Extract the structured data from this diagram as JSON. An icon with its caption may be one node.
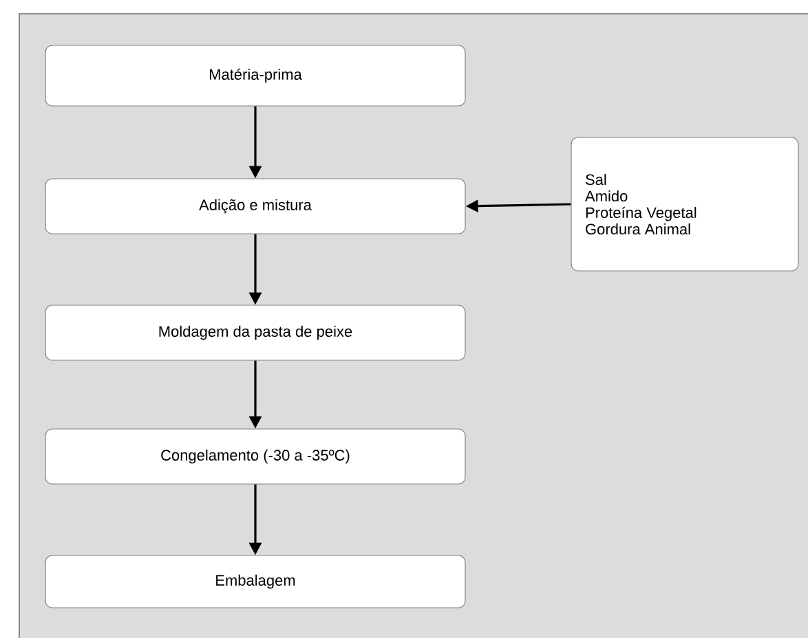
{
  "diagram": {
    "nodes": [
      {
        "text": [
          "Matéria-prima"
        ]
      },
      {
        "text": [
          "Adição e mistura"
        ]
      },
      {
        "text": [
          "Moldagem da pasta de peixe"
        ]
      },
      {
        "text": [
          "Congelamento (-30 a -35ºC)"
        ]
      },
      {
        "text": [
          "Embalagem"
        ]
      },
      {
        "text": [
          "Sal",
          "Amido",
          "Proteína Vegetal",
          "Gordura Animal"
        ]
      }
    ],
    "edges": [
      {
        "from": 0,
        "to": 1,
        "arrow": "to"
      },
      {
        "from": 1,
        "to": 2,
        "arrow": "to"
      },
      {
        "from": 2,
        "to": 3,
        "arrow": "to"
      },
      {
        "from": 3,
        "to": 4,
        "arrow": "to"
      },
      {
        "from": 5,
        "to": 1,
        "arrow": "to"
      }
    ]
  }
}
